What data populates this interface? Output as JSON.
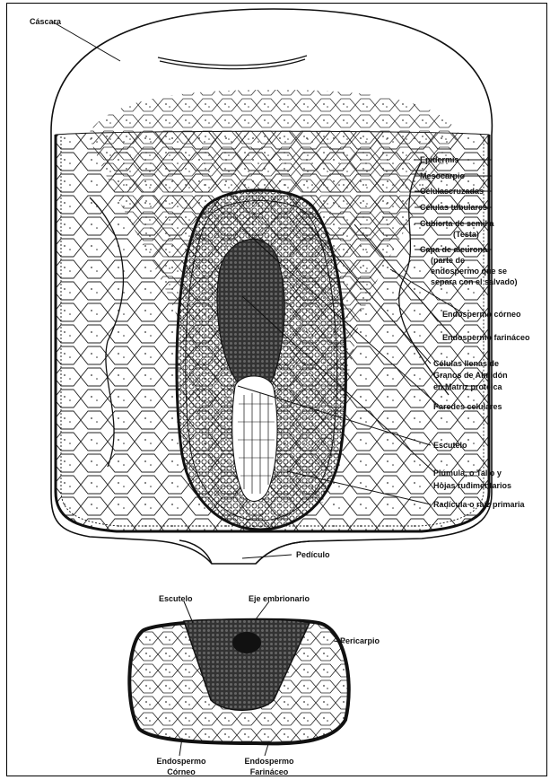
{
  "labels": {
    "cascara": "Cáscara",
    "epidermis": "Epidermis",
    "mesocarpio": "Mesocarpio",
    "celulas_cruzadas": "Célulascruzadas",
    "celulas_tubulares": "Células tubulares",
    "cubierta_semilla": "Cubierta de semilla",
    "testa": "(Testa)",
    "capa_aleurona": "Capa de aleurona",
    "parte_de": "(parte de",
    "endospermo_que_se": "endospermo que se",
    "separa_salvado": "separa con el salvado)",
    "endospermo_corneo": "Endospermo  córneo",
    "endospermo_farinaceo": "Endospermo  farináceo",
    "celulas_llenas": "Células llenas de",
    "granos_almidon": "Granos de Almidón",
    "matriz_proteica": "en Matriz proteica",
    "paredes_celulares": "Paredes celulares",
    "escutelo": "Escutelo",
    "plumula": "Plúmula, o Tallo y",
    "hojas": "Hojas  rudimentarios",
    "radicula": "Radícula o raíz primaria",
    "pediculo": "Pedículo",
    "cs_escutelo": "Escutelo",
    "cs_eje": "Eje embrionario",
    "cs_pericarpio": "Pericarpio",
    "cs_endo_corneo_1": "Endospermo",
    "cs_endo_corneo_2": "Córneo",
    "cs_endo_farin_1": "Endospermo",
    "cs_endo_farin_2": "Farináceo"
  },
  "colors": {
    "ink": "#111111",
    "dark_fill": "#2a2a2a",
    "paper": "#ffffff"
  }
}
